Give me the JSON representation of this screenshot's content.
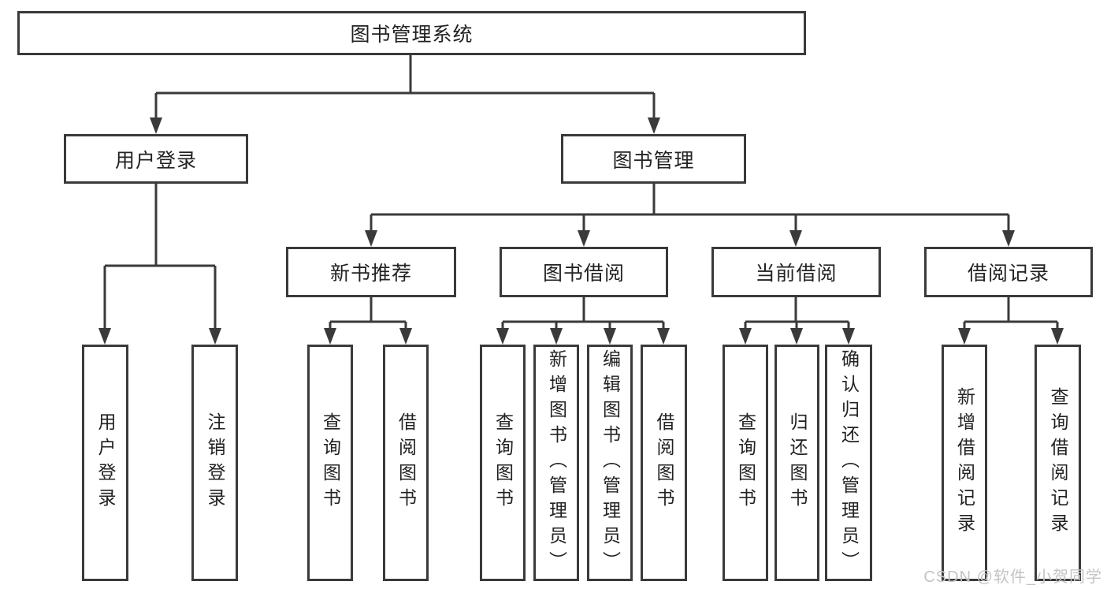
{
  "diagram": {
    "root": {
      "label": "图书管理系统"
    },
    "level2": [
      {
        "label": "用户登录"
      },
      {
        "label": "图书管理"
      }
    ],
    "level3": [
      {
        "label": "新书推荐"
      },
      {
        "label": "图书借阅"
      },
      {
        "label": "当前借阅"
      },
      {
        "label": "借阅记录"
      }
    ],
    "leaves": {
      "user_login": [
        "用户登录",
        "注销登录"
      ],
      "new_books": [
        "查询图书",
        "借阅图书"
      ],
      "book_borrow": [
        "查询图书",
        "新增图书（管理员）",
        "编辑图书（管理员）",
        "借阅图书"
      ],
      "current_borrow": [
        "查询图书",
        "归还图书",
        "确认归还（管理员）"
      ],
      "borrow_records": [
        "新增借阅记录",
        "查询借阅记录"
      ]
    }
  },
  "watermark": {
    "text": "CSDN @软件_小贺同学"
  },
  "colors": {
    "line": "#3a3a3a",
    "text": "#222222",
    "watermark": "#c4c4c4",
    "background": "#ffffff"
  }
}
